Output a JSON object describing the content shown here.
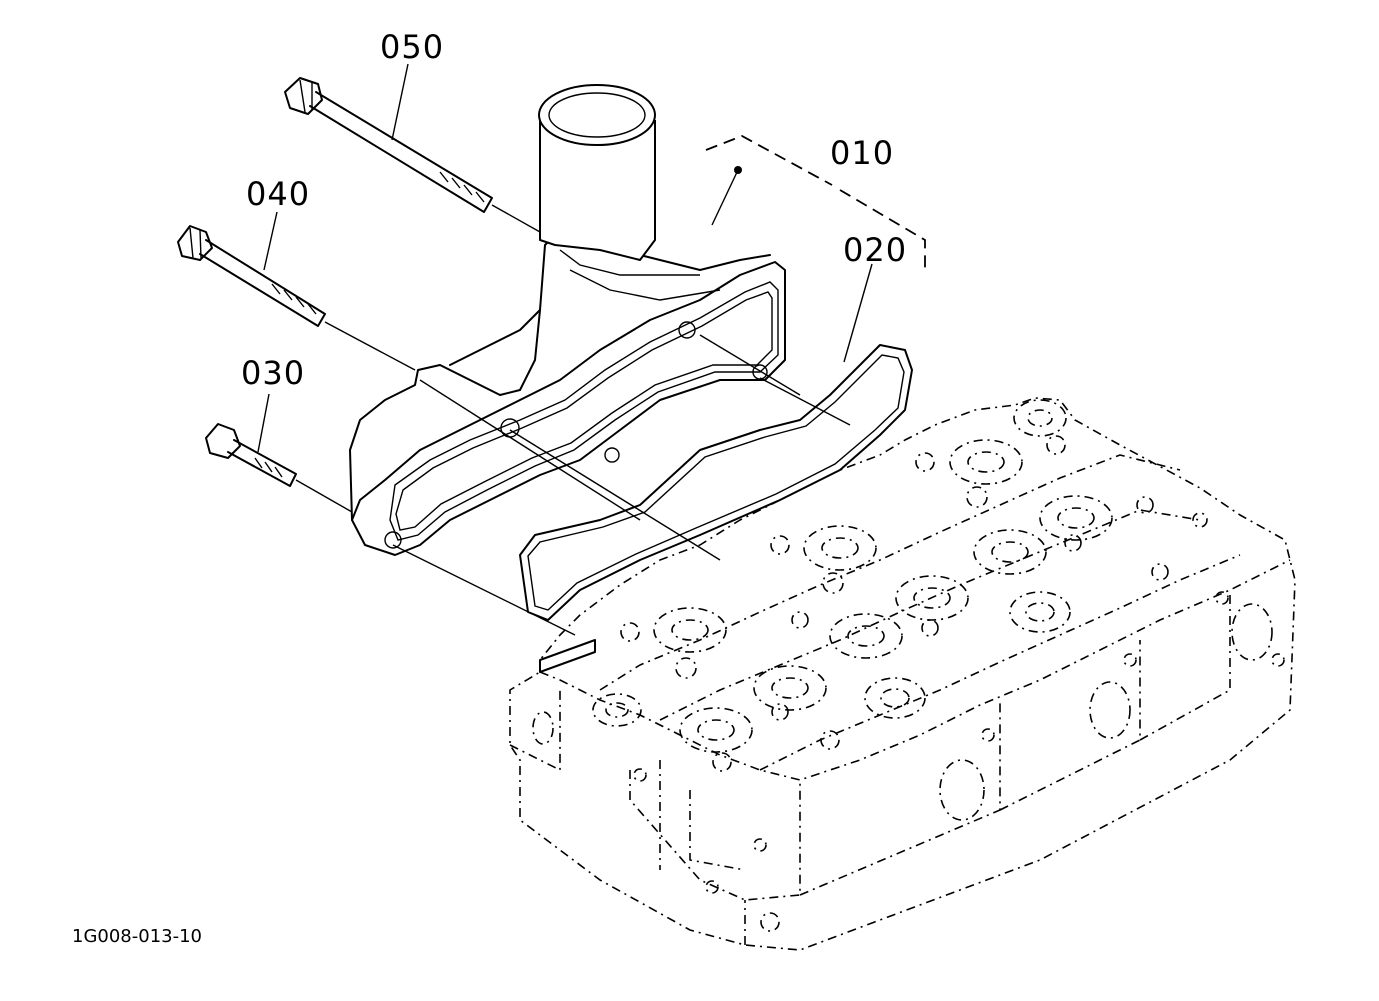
{
  "labels": {
    "part_010": "010",
    "part_020": "020",
    "part_030": "030",
    "part_040": "040",
    "part_050": "050"
  },
  "drawing_code": "1G008-013-10"
}
